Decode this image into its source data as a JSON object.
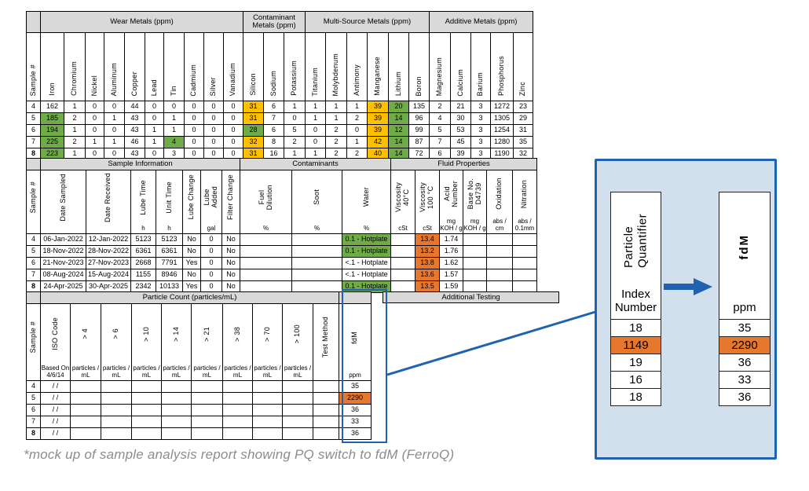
{
  "colors": {
    "highlight_green": "#6FAC47",
    "highlight_amber": "#FFC000",
    "highlight_orange": "#E8772E",
    "accent_blue": "#1F63B0",
    "callout_bg": "#D2DFEC",
    "header_gray": "#D9D9D9"
  },
  "caption": "*mock up of sample analysis report showing PQ switch to fdM (FerroQ)",
  "additional_testing_label": "Additional Testing",
  "metals_table": {
    "groups": [
      {
        "label": "",
        "span": 1
      },
      {
        "label": "Wear Metals (ppm)",
        "span": 10
      },
      {
        "label": "Contaminant\nMetals (ppm)",
        "span": 3
      },
      {
        "label": "Multi-Source Metals (ppm)",
        "span": 6
      },
      {
        "label": "Additive Metals (ppm)",
        "span": 5
      }
    ],
    "columns": [
      "Sample #",
      "Iron",
      "Chromium",
      "Nickel",
      "Aluminum",
      "Copper",
      "Lead",
      "Tin",
      "Cadmium",
      "Silver",
      "Vanadium",
      "Silicon",
      "Sodium",
      "Potassium",
      "Titanium",
      "Molybdenum",
      "Antimony",
      "Manganese",
      "Lithium",
      "Boron",
      "Magnesium",
      "Calcium",
      "Barium",
      "Phosphorus",
      "Zinc"
    ],
    "rows": [
      {
        "id": "4",
        "cells": [
          "162",
          "1",
          "0",
          "0",
          "44",
          "0",
          "0",
          "0",
          "0",
          "0",
          {
            "v": "31",
            "bg": "amber"
          },
          "6",
          "1",
          "1",
          "1",
          "1",
          {
            "v": "39",
            "bg": "amber"
          },
          {
            "v": "20",
            "bg": "green"
          },
          "135",
          "2",
          "21",
          "3",
          "1272",
          "23"
        ]
      },
      {
        "id": "5",
        "cells": [
          {
            "v": "185",
            "bg": "green"
          },
          "2",
          "0",
          "1",
          "43",
          "0",
          "1",
          "0",
          "0",
          "0",
          {
            "v": "31",
            "bg": "amber"
          },
          "7",
          "0",
          "1",
          "1",
          "2",
          {
            "v": "39",
            "bg": "amber"
          },
          {
            "v": "14",
            "bg": "green"
          },
          "96",
          "4",
          "30",
          "3",
          "1305",
          "29"
        ]
      },
      {
        "id": "6",
        "cells": [
          {
            "v": "194",
            "bg": "green"
          },
          "1",
          "0",
          "0",
          "43",
          "1",
          "1",
          "0",
          "0",
          "0",
          {
            "v": "28",
            "bg": "green"
          },
          "6",
          "5",
          "0",
          "2",
          "0",
          {
            "v": "39",
            "bg": "amber"
          },
          {
            "v": "12",
            "bg": "green"
          },
          "99",
          "5",
          "53",
          "3",
          "1254",
          "31"
        ]
      },
      {
        "id": "7",
        "cells": [
          {
            "v": "225",
            "bg": "green"
          },
          "2",
          "1",
          "1",
          "46",
          "1",
          {
            "v": "4",
            "bg": "green"
          },
          "0",
          "0",
          "0",
          {
            "v": "32",
            "bg": "amber"
          },
          "8",
          "2",
          "0",
          "2",
          "1",
          {
            "v": "42",
            "bg": "amber"
          },
          {
            "v": "14",
            "bg": "green"
          },
          "87",
          "7",
          "45",
          "3",
          "1280",
          "35"
        ]
      },
      {
        "id": "8",
        "bold": true,
        "cells": [
          {
            "v": "223",
            "bg": "green"
          },
          "1",
          "0",
          "0",
          "43",
          "0",
          "3",
          "0",
          "0",
          "0",
          {
            "v": "31",
            "bg": "amber"
          },
          "16",
          "1",
          "1",
          "2",
          "2",
          {
            "v": "40",
            "bg": "amber"
          },
          {
            "v": "14",
            "bg": "green"
          },
          "72",
          "6",
          "39",
          "3",
          "1190",
          "32"
        ]
      }
    ]
  },
  "info_table": {
    "groups": [
      {
        "label": "",
        "span": 1
      },
      {
        "label": "Sample Information",
        "span": 7
      },
      {
        "label": "Contaminants",
        "span": 3
      },
      {
        "label": "Fluid Properties",
        "span": 6
      }
    ],
    "columns": [
      {
        "label": "Sample #",
        "unit": ""
      },
      {
        "label": "Date Sampled",
        "unit": ""
      },
      {
        "label": "Date  Received",
        "unit": ""
      },
      {
        "label": "Lube Time",
        "unit": "h"
      },
      {
        "label": "Unit Time",
        "unit": "h"
      },
      {
        "label": "Lube Change",
        "unit": ""
      },
      {
        "label": "Lube\nAdded",
        "unit": "gal"
      },
      {
        "label": "Filter Change",
        "unit": ""
      },
      {
        "label": "Fuel\nDilution",
        "unit": "%"
      },
      {
        "label": "Soot",
        "unit": "%"
      },
      {
        "label": "Water",
        "unit": "%"
      },
      {
        "label": "Viscosity\n40°C",
        "unit": "cSt"
      },
      {
        "label": "Viscosity\n100 °C",
        "unit": "cSt"
      },
      {
        "label": "Acid\nNumber",
        "unit": "mg\nKOH / g"
      },
      {
        "label": "Base No.\nD4739",
        "unit": "mg\nKOH / g"
      },
      {
        "label": "Oxidation",
        "unit": "abs /\ncm"
      },
      {
        "label": "Nitration",
        "unit": "abs /\n0.1mm"
      }
    ],
    "rows": [
      {
        "id": "4",
        "cells": [
          "06-Jan-2022",
          "12-Jan-2022",
          "5123",
          "5123",
          "No",
          "0",
          "No",
          "",
          "",
          {
            "v": "0.1 - Hotplate",
            "bg": "green"
          },
          "",
          {
            "v": "13.4",
            "bg": "orange"
          },
          "1.74",
          "",
          "",
          ""
        ]
      },
      {
        "id": "5",
        "cells": [
          "18-Nov-2022",
          "28-Nov-2022",
          "6361",
          "6361",
          "No",
          "0",
          "No",
          "",
          "",
          {
            "v": "0.1 - Hotplate",
            "bg": "green"
          },
          "",
          {
            "v": "13.2",
            "bg": "orange"
          },
          "1.76",
          "",
          "",
          ""
        ]
      },
      {
        "id": "6",
        "cells": [
          "21-Nov-2023",
          "27-Nov-2023",
          "2668",
          "7791",
          "Yes",
          "0",
          "No",
          "",
          "",
          "<.1 - Hotplate",
          "",
          {
            "v": "13.8",
            "bg": "orange"
          },
          "1.62",
          "",
          "",
          ""
        ]
      },
      {
        "id": "7",
        "cells": [
          "08-Aug-2024",
          "15-Aug-2024",
          "1155",
          "8946",
          "No",
          "0",
          "No",
          "",
          "",
          "<.1 - Hotplate",
          "",
          {
            "v": "13.6",
            "bg": "orange"
          },
          "1.57",
          "",
          "",
          ""
        ]
      },
      {
        "id": "8",
        "bold": true,
        "cells": [
          "24-Apr-2025",
          "30-Apr-2025",
          "2342",
          "10133",
          "Yes",
          "0",
          "No",
          "",
          "",
          {
            "v": "0.1 - Hotplate",
            "bg": "green"
          },
          "",
          {
            "v": "13.5",
            "bg": "orange"
          },
          "1.59",
          "",
          "",
          ""
        ]
      }
    ]
  },
  "particle_table": {
    "groups": [
      {
        "label": "",
        "span": 1
      },
      {
        "label": "Particle Count (particles/mL)",
        "span": 10
      },
      {
        "label": "",
        "span": 1
      }
    ],
    "columns": [
      {
        "label": "Sample #",
        "unit": ""
      },
      {
        "label": "ISO Code",
        "unit": "Based On\n4/6/14"
      },
      {
        "label": "> 4",
        "unit": "particles /\nmL"
      },
      {
        "label": "> 6",
        "unit": "particles /\nmL"
      },
      {
        "label": "> 10",
        "unit": "particles /\nmL"
      },
      {
        "label": "> 14",
        "unit": "particles /\nmL"
      },
      {
        "label": "> 21",
        "unit": "particles /\nmL"
      },
      {
        "label": "> 38",
        "unit": "particles /\nmL"
      },
      {
        "label": "> 70",
        "unit": "particles /\nmL"
      },
      {
        "label": "> 100",
        "unit": "particles /\nmL"
      },
      {
        "label": "Test Method",
        "unit": ""
      },
      {
        "label": "fdM",
        "unit": "ppm"
      }
    ],
    "rows": [
      {
        "id": "4",
        "cells": [
          "/ /",
          "",
          "",
          "",
          "",
          "",
          "",
          "",
          "",
          "",
          "35"
        ]
      },
      {
        "id": "5",
        "cells": [
          "/ /",
          "",
          "",
          "",
          "",
          "",
          "",
          "",
          "",
          "",
          {
            "v": "2290",
            "bg": "orange"
          }
        ]
      },
      {
        "id": "6",
        "cells": [
          "/ /",
          "",
          "",
          "",
          "",
          "",
          "",
          "",
          "",
          "",
          "36"
        ]
      },
      {
        "id": "7",
        "cells": [
          "/ /",
          "",
          "",
          "",
          "",
          "",
          "",
          "",
          "",
          "",
          "33"
        ]
      },
      {
        "id": "8",
        "bold": true,
        "cells": [
          "/ /",
          "",
          "",
          "",
          "",
          "",
          "",
          "",
          "",
          "",
          "36"
        ]
      }
    ]
  },
  "callout": {
    "left_header_vertical": "Particle\nQuantifier",
    "left_header_sub": "Index\nNumber",
    "right_header_vertical": "fdM",
    "right_header_sub": "ppm",
    "left_values": [
      "18",
      {
        "v": "1149",
        "bg": "orange"
      },
      "19",
      "16",
      "18"
    ],
    "right_values": [
      "35",
      {
        "v": "2290",
        "bg": "orange"
      },
      "36",
      "33",
      "36"
    ]
  }
}
